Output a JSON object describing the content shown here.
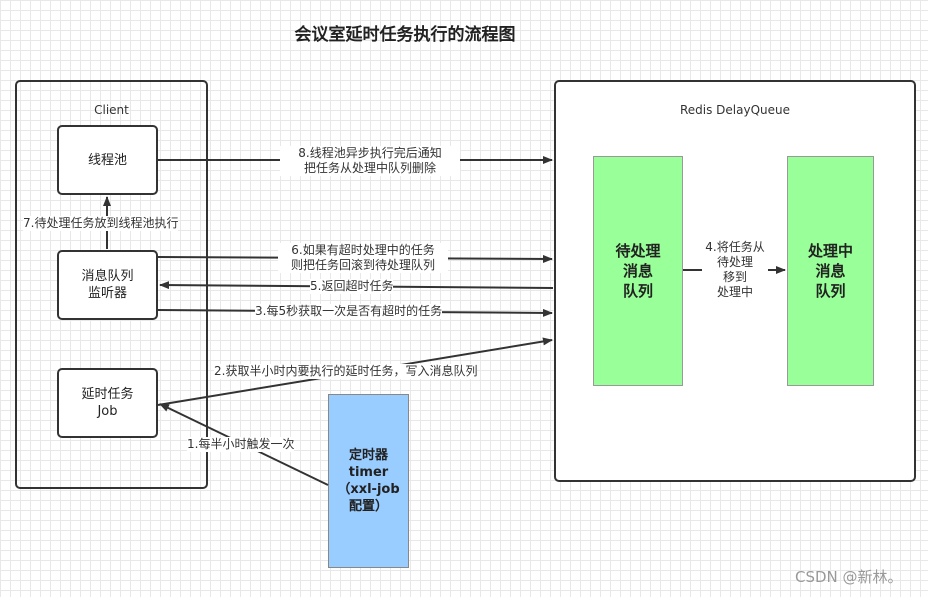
{
  "title": "会议室延时任务执行的流程图",
  "client": {
    "label": "Client",
    "thread_pool": "线程池",
    "listener": [
      "消息队列",
      "监听器"
    ],
    "job": [
      "延时任务",
      "Job"
    ]
  },
  "redis": {
    "label": "Redis DelayQueue",
    "pending_queue": [
      "待处理",
      "消息",
      "队列"
    ],
    "processing_queue": [
      "处理中",
      "消息",
      "队列"
    ]
  },
  "timer": [
    "定时器",
    "timer",
    "（xxl-job",
    "配置）"
  ],
  "arrows": {
    "a1": "1.每半小时触发一次",
    "a2": "2.获取半小时内要执行的延时任务，写入消息队列",
    "a3": "3.每5秒获取一次是否有超时的任务",
    "a4": [
      "4.将任务从",
      "待处理",
      "移到",
      "处理中"
    ],
    "a5": "5.返回超时任务",
    "a6": [
      "6.如果有超时处理中的任务",
      "则把任务回滚到待处理队列"
    ],
    "a7": "7.待处理任务放到线程池执行",
    "a8": [
      "8.线程池异步执行完后通知",
      "把任务从处理中队列删除"
    ]
  },
  "watermark": "CSDN @新林。",
  "colors": {
    "queue": "#99ff99",
    "timer": "#99ccff",
    "line": "#333333"
  }
}
